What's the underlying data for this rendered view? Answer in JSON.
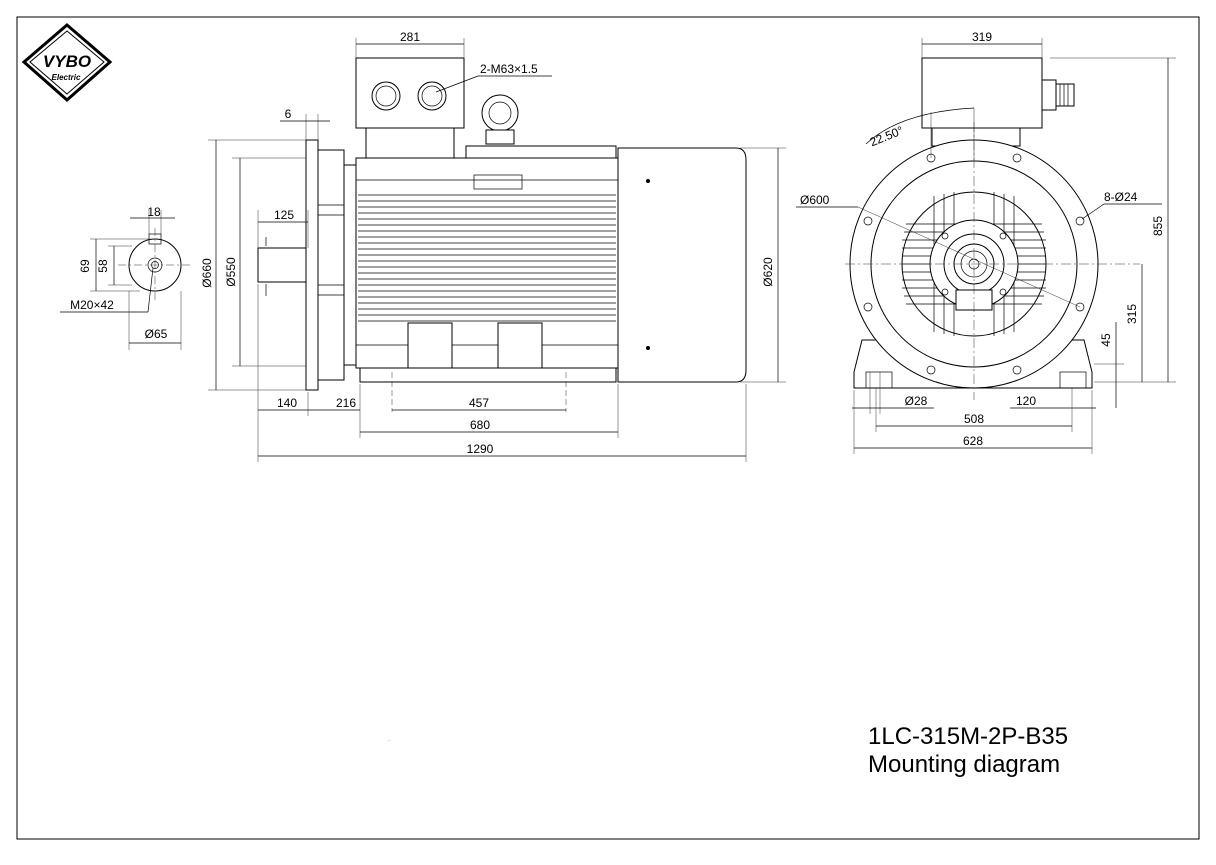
{
  "logo": {
    "brand": "VYBO",
    "sub": "Electric"
  },
  "title": {
    "line1": "1LC-315M-2P-B35",
    "line2": "Mounting diagram"
  },
  "shaft_end": {
    "key_width": "18",
    "height_a": "69",
    "height_b": "58",
    "thread": "M20×42",
    "diameter": "Ø65"
  },
  "side_view": {
    "terminal_box_width": "281",
    "cable_gland": "2-M63×1.5",
    "flange_thickness": "6",
    "spigot": "125",
    "flange_dia": "Ø660",
    "spigot_dia": "Ø550",
    "body_dia": "Ø620",
    "shaft_len": "140",
    "d216": "216",
    "d457": "457",
    "d680": "680",
    "total_len": "1290"
  },
  "end_view": {
    "box_width": "319",
    "angle": "22.50°",
    "pcd": "Ø600",
    "holes": "8-Ø24",
    "height_total": "855",
    "shaft_height": "315",
    "foot_height": "45",
    "foot_hole": "Ø28",
    "foot_w": "120",
    "foot_span": "508",
    "base_width": "628"
  }
}
